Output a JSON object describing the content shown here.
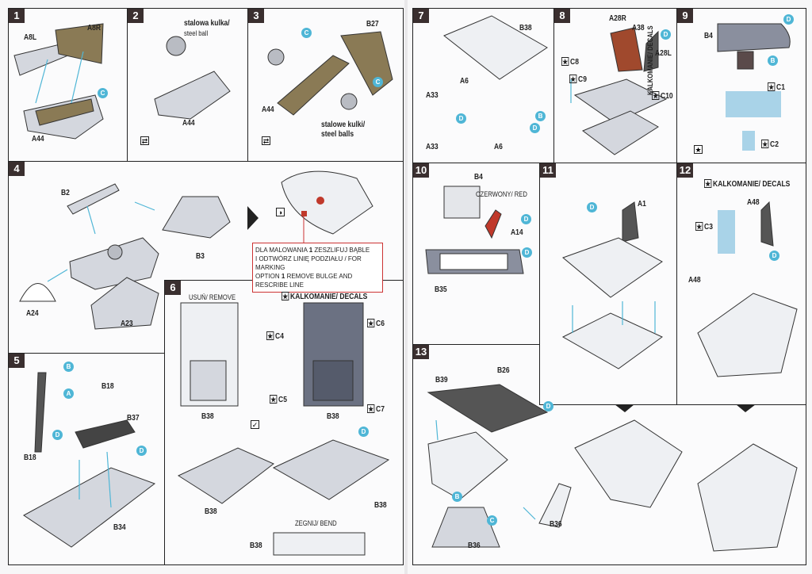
{
  "steps": [
    {
      "n": "1",
      "labels": [
        "A8L",
        "A8R",
        "A44"
      ],
      "callouts": [
        "C"
      ]
    },
    {
      "n": "2",
      "labels": [
        "stalowa kulka/",
        "steel ball",
        "A44"
      ]
    },
    {
      "n": "3",
      "labels": [
        "B27",
        "A44",
        "stalowe kulki/",
        "steel balls"
      ],
      "callouts": [
        "C",
        "C"
      ]
    },
    {
      "n": "4",
      "labels": [
        "B2",
        "B3",
        "A24",
        "A23"
      ]
    },
    {
      "n": "5",
      "labels": [
        "B18",
        "B18",
        "B37",
        "B34"
      ],
      "callouts": [
        "B",
        "A",
        "D",
        "D"
      ]
    },
    {
      "n": "6",
      "labels": [
        "USUŃ/ REMOVE",
        "KALKOMANIE/ DECALS",
        "C4",
        "C5",
        "C6",
        "C7",
        "B38",
        "B38",
        "B38",
        "B38",
        "ZEGNIJ/ BEND",
        "B38"
      ],
      "callouts": [
        "D"
      ]
    },
    {
      "n": "7",
      "labels": [
        "B38",
        "A6",
        "A33",
        "A33",
        "A6"
      ],
      "callouts": [
        "D",
        "B",
        "D"
      ]
    },
    {
      "n": "8",
      "labels": [
        "A28R",
        "A38",
        "A28L",
        "C8",
        "C9",
        "C10"
      ],
      "callouts": [
        "D"
      ]
    },
    {
      "n": "9",
      "labels": [
        "B4",
        "C1",
        "C2",
        "KALKOMANIE/ DECALS"
      ],
      "callouts": [
        "D",
        "B"
      ]
    },
    {
      "n": "10",
      "labels": [
        "B4",
        "CZERWONY/ RED",
        "A14",
        "B35"
      ],
      "callouts": [
        "D",
        "D"
      ]
    },
    {
      "n": "11",
      "labels": [
        "A1"
      ],
      "callouts": [
        "D"
      ]
    },
    {
      "n": "12",
      "labels": [
        "KALKOMANIE/ DECALS",
        "C3",
        "A48",
        "A48"
      ],
      "callouts": [
        "D"
      ]
    },
    {
      "n": "13",
      "labels": [
        "B39",
        "B26",
        "B36",
        "B36"
      ],
      "callouts": [
        "D",
        "B",
        "C"
      ]
    }
  ],
  "note": {
    "line1a": "DLA MALOWANIA ",
    "line1b": "1",
    "line1c": " ZESZLIFUJ BĄBLE",
    "line2": "I ODTWÓRZ LINIĘ PODZIAŁU / FOR MARKING",
    "line3a": "OPTION ",
    "line3b": "1",
    "line3c": " REMOVE BULGE AND RESCRIBE LINE"
  },
  "colors": {
    "callout": "#4fb6d6",
    "part": "#c9cdd6",
    "decal": "#a9d3e8",
    "wood": "#8a7a55",
    "red": "#c0392b",
    "dark": "#3a2f2f"
  }
}
